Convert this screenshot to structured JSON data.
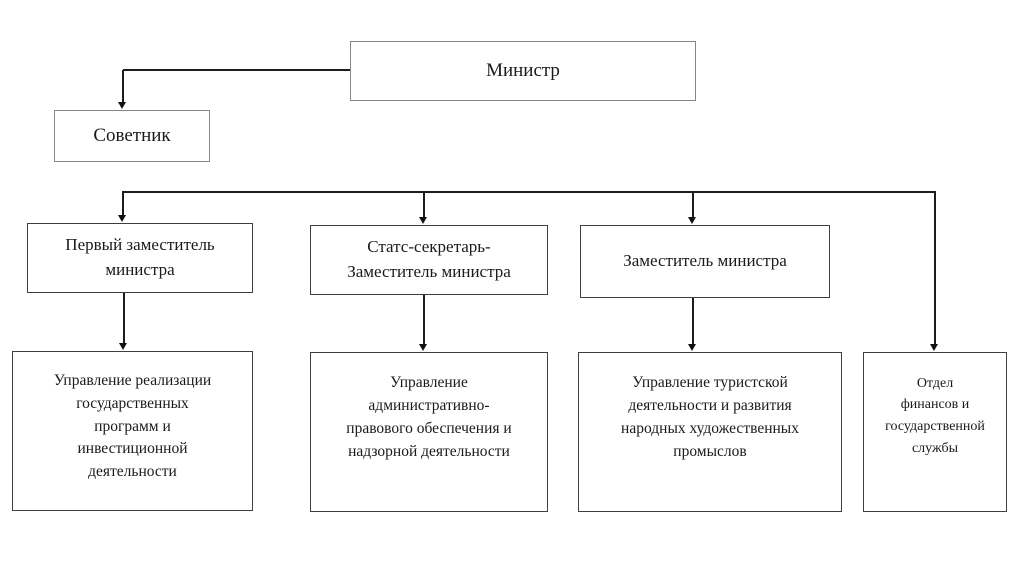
{
  "diagram": {
    "type": "org-chart",
    "language": "ru",
    "nodes": {
      "minister": {
        "label": "Министр"
      },
      "advisor": {
        "label": "Советник"
      },
      "first_deputy": {
        "label": "Первый заместитель\nминистра"
      },
      "stats_secretary": {
        "label": "Статс-секретарь-\nЗаместитель министра"
      },
      "deputy": {
        "label": "Заместитель министра"
      },
      "programs": {
        "label": "Управление реализации\nгосударственных\nпрограмм и\nинвестиционной\nдеятельности"
      },
      "admin": {
        "label": "Управление\nадминистративно-\nправового обеспечения и\nнадзорной деятельности"
      },
      "tourism": {
        "label": "Управление туристской\nдеятельности и развития\nнародных художественных\nпромыслов"
      },
      "finance": {
        "label": "Отдел\nфинансов и\nгосударственной\nслужбы"
      }
    },
    "edges": [
      {
        "from": "minister",
        "to": "advisor"
      },
      {
        "from": "minister",
        "to": "first_deputy"
      },
      {
        "from": "minister",
        "to": "stats_secretary"
      },
      {
        "from": "minister",
        "to": "deputy"
      },
      {
        "from": "minister",
        "to": "finance"
      },
      {
        "from": "first_deputy",
        "to": "programs"
      },
      {
        "from": "stats_secretary",
        "to": "admin"
      },
      {
        "from": "deputy",
        "to": "tourism"
      }
    ],
    "colors": {
      "background": "#ffffff",
      "line": "#1c1c1c",
      "border_light": "#868686",
      "border_dark": "#3f3f3f",
      "text": "#1a1a1a"
    }
  }
}
